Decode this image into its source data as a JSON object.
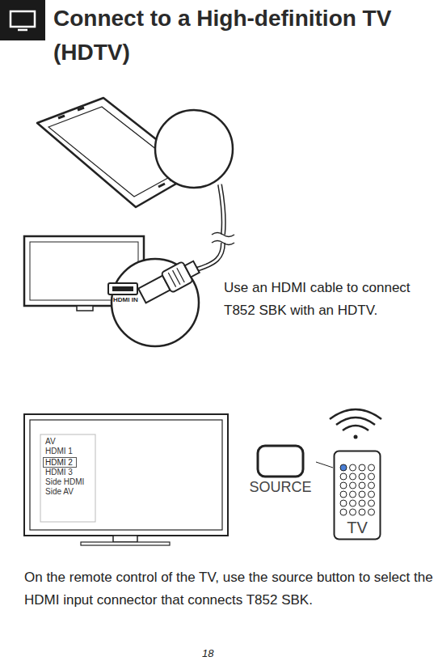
{
  "diagram": {
    "title": "Connect to a High-definition TV (HDTV)",
    "nodes": [
      {
        "text": [
          "HDMI 2"
        ]
      },
      {
        "text": [
          "SOURCE"
        ]
      },
      {
        "text": [
          "TV"
        ]
      }
    ],
    "edges": [
      {
        "from": 1,
        "to": 2,
        "arrow": "none"
      }
    ],
    "labels": [
      "HDMI IN",
      "Use an HDMI cable to connect T852 SBK with an HDTV.",
      "AV",
      "HDMI 1",
      "HDMI 3",
      "Side HDMI",
      "Side AV",
      "On the remote control of the TV, use the source button to select the HDMI input connector that connects T852 SBK.",
      "18"
    ]
  }
}
